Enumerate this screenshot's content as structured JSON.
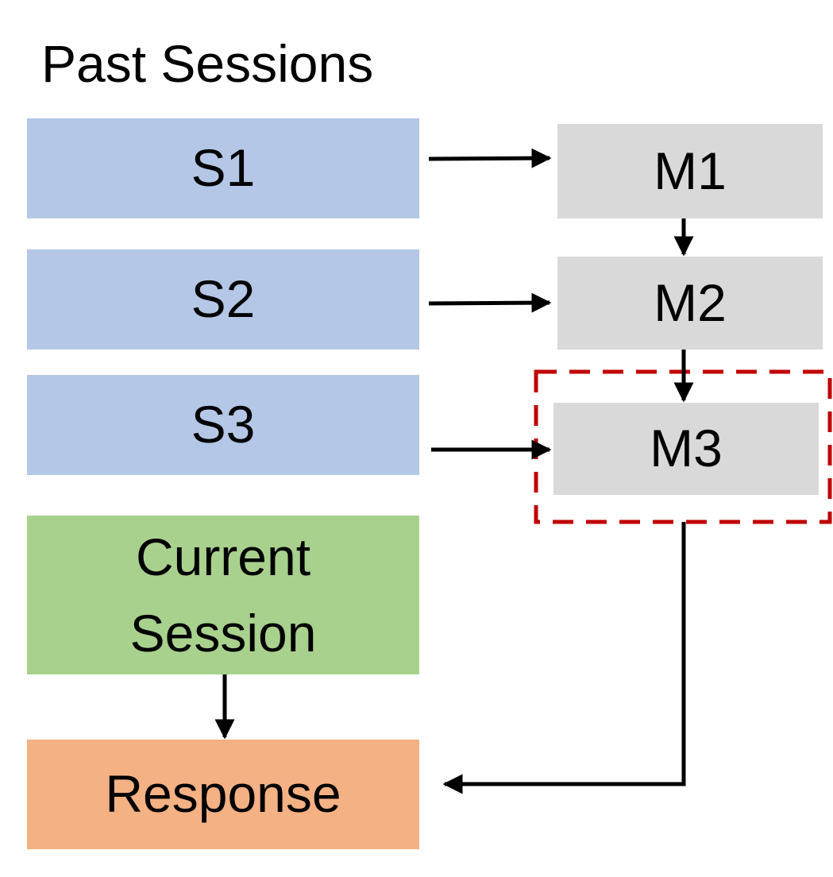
{
  "title": "Past Sessions",
  "sessions": {
    "s1": "S1",
    "s2": "S2",
    "s3": "S3",
    "current_line1": "Current",
    "current_line2": "Session",
    "response": "Response"
  },
  "memories": {
    "m1": "M1",
    "m2": "M2",
    "m3": "M3"
  },
  "colors": {
    "past_session": "#b4c7e7",
    "current_session": "#a9d18e",
    "response": "#f4b183",
    "memory": "#d9d9d9",
    "highlight_border": "#c00000",
    "arrow": "#000000"
  }
}
